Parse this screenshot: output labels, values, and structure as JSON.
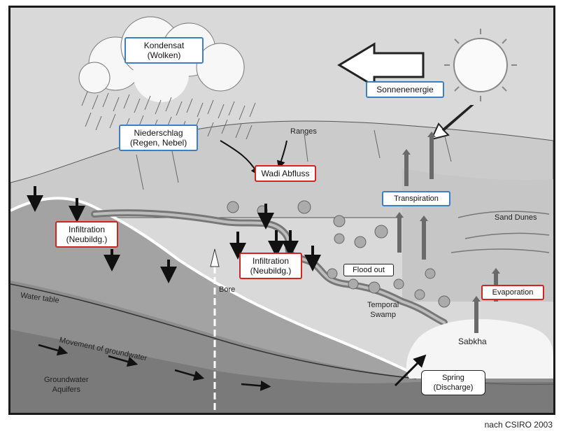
{
  "labels": {
    "kondensat": "Kondensat\n(Wolken)",
    "sonnenenergie": "Sonnenenergie",
    "niederschlag": "Niederschlag\n(Regen, Nebel)",
    "ranges": "Ranges",
    "wadi_abfluss": "Wadi Abfluss",
    "transpiration": "Transpiration",
    "sand_dunes": "Sand Dunes",
    "infiltration_left": "Infiltration\n(Neubildg.)",
    "infiltration_center": "Infiltration\n(Neubildg.)",
    "flood_out": "Flood out",
    "evaporation": "Evaporation",
    "bore": "Bore",
    "water_table": "Water table",
    "temporal_swamp": "Temporal\nSwamp",
    "sabkha": "Sabkha",
    "movement": "Movement of groundwater",
    "groundwater_aquifers": "Groundwater\nAquifers",
    "spring": "Spring\n(Discharge)"
  },
  "credit": "nach CSIRO 2003",
  "colors": {
    "label_border_blue": "#3b7fc4",
    "label_border_red": "#d32424",
    "sky": "#d9d9d9",
    "hills": "#c4c4c4",
    "ground": "#9a9a9a",
    "aquifer": "#7d7d7d"
  }
}
